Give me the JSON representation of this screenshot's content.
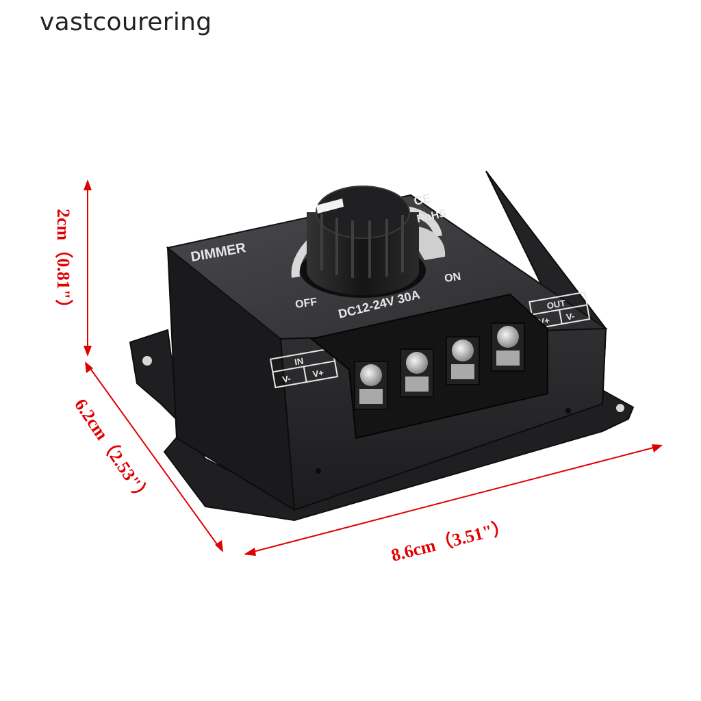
{
  "brand": "vastcourering",
  "product": {
    "label": "DIMMER",
    "off_label": "OFF",
    "on_label": "ON",
    "rating": "DC12-24V 30A",
    "cert_marks": [
      "CE",
      "RoHS"
    ],
    "in_block": {
      "title": "IN",
      "pins": [
        "V-",
        "V+"
      ]
    },
    "out_block": {
      "title": "OUT",
      "pins": [
        "V+",
        "V-"
      ]
    }
  },
  "dimensions": {
    "height": "2cm（0.81\"）",
    "depth": "6.2cm（2.53\"）",
    "width": "8.6cm（3.51\"）"
  },
  "colors": {
    "dimension": "#e00000",
    "body": "#2b2b2d",
    "text": "#222222"
  }
}
